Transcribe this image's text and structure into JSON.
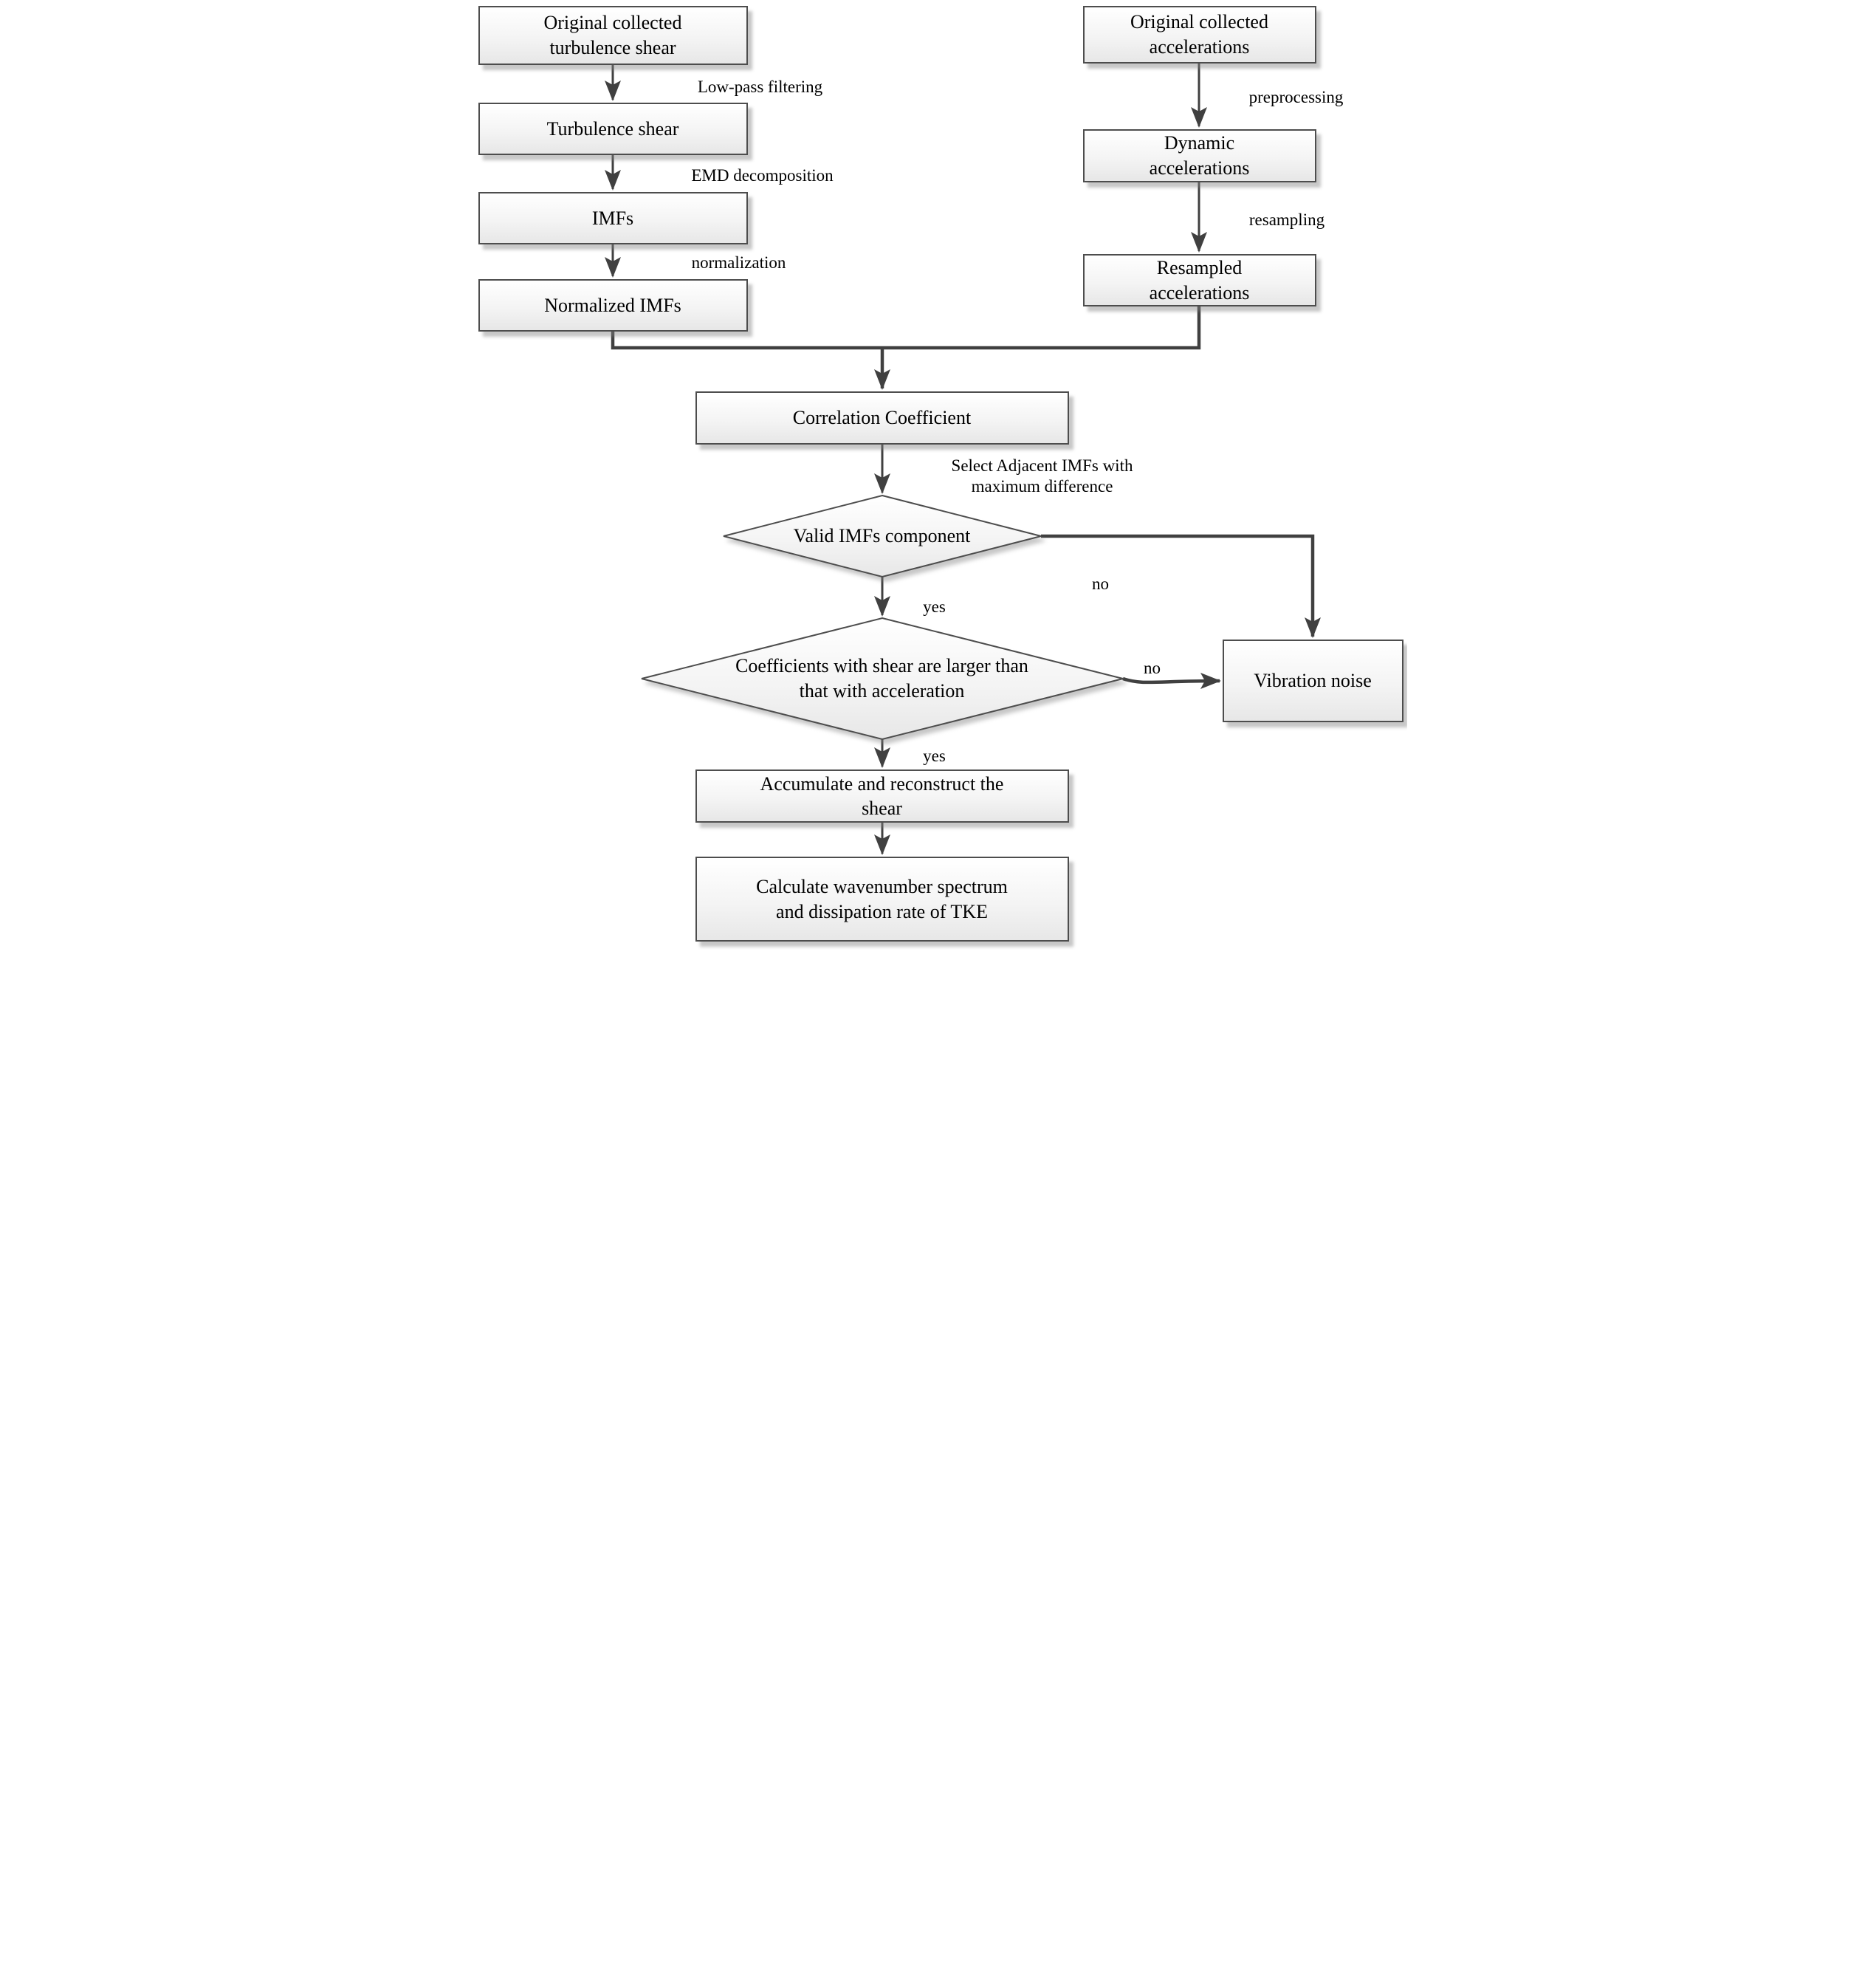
{
  "boxes": {
    "original_turbulence_shear": [
      "Original collected",
      "turbulence shear"
    ],
    "turbulence_shear": [
      "Turbulence shear"
    ],
    "imfs": [
      "IMFs"
    ],
    "normalized_imfs": [
      "Normalized IMFs"
    ],
    "original_accelerations": [
      "Original collected",
      "accelerations"
    ],
    "dynamic_accelerations": [
      "Dynamic",
      "accelerations"
    ],
    "resampled_accelerations": [
      "Resampled",
      "accelerations"
    ],
    "correlation_coefficient": [
      "Correlation Coefficient"
    ],
    "vibration_noise": [
      "Vibration noise"
    ],
    "accumulate_reconstruct": [
      "Accumulate and reconstruct the",
      "shear"
    ],
    "calculate_spectrum": [
      "Calculate wavenumber spectrum",
      "and dissipation rate of TKE"
    ]
  },
  "decisions": {
    "valid_imfs": [
      "Valid IMFs component"
    ],
    "coefficients_compare": [
      "Coefficients with shear are larger than",
      "that with acceleration"
    ]
  },
  "edge_labels": {
    "low_pass": "Low-pass filtering",
    "emd": "EMD decomposition",
    "normalization": "normalization",
    "preprocessing": "preprocessing",
    "resampling": "resampling",
    "select_adjacent": [
      "Select Adjacent IMFs with",
      "maximum difference"
    ],
    "no1": "no",
    "yes1": "yes",
    "no2": "no",
    "yes2": "yes"
  },
  "colors": {
    "line": "#404040",
    "border": "#4d4d4d",
    "fill_top": "#ffffff",
    "fill_bottom": "#e7e7e7",
    "shadow": "#828282",
    "text": "#000000"
  }
}
